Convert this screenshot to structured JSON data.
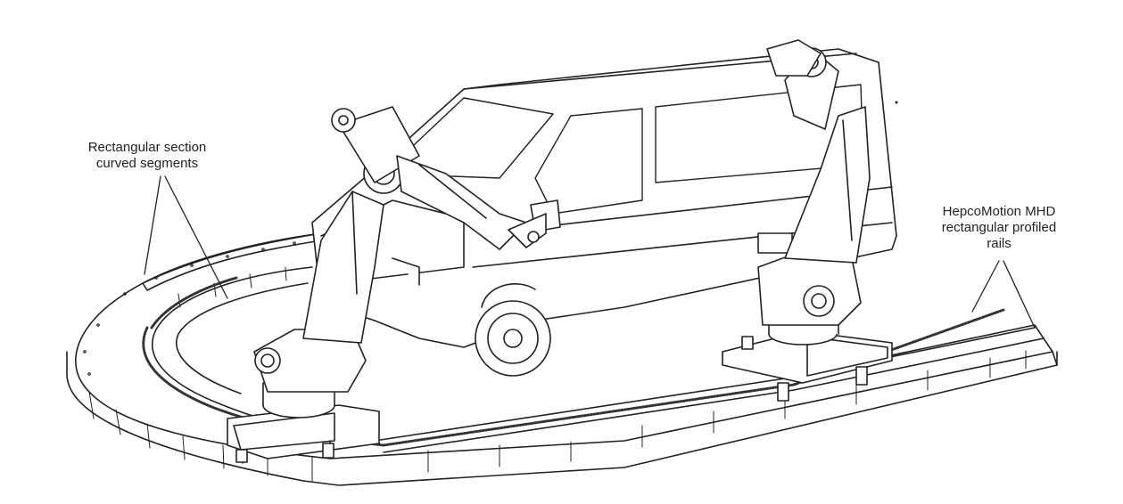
{
  "labels": {
    "left": {
      "line1": "Rectangular section",
      "line2": "curved segments"
    },
    "right": {
      "line1": "HepcoMotion MHD",
      "line2": "rectangular profiled",
      "line3": "rails"
    }
  },
  "colors": {
    "ink": "#222222",
    "fill": "#ffffff",
    "rack": "#333333"
  },
  "icons": [
    "robot-arm-icon",
    "van-icon",
    "track-icon"
  ]
}
